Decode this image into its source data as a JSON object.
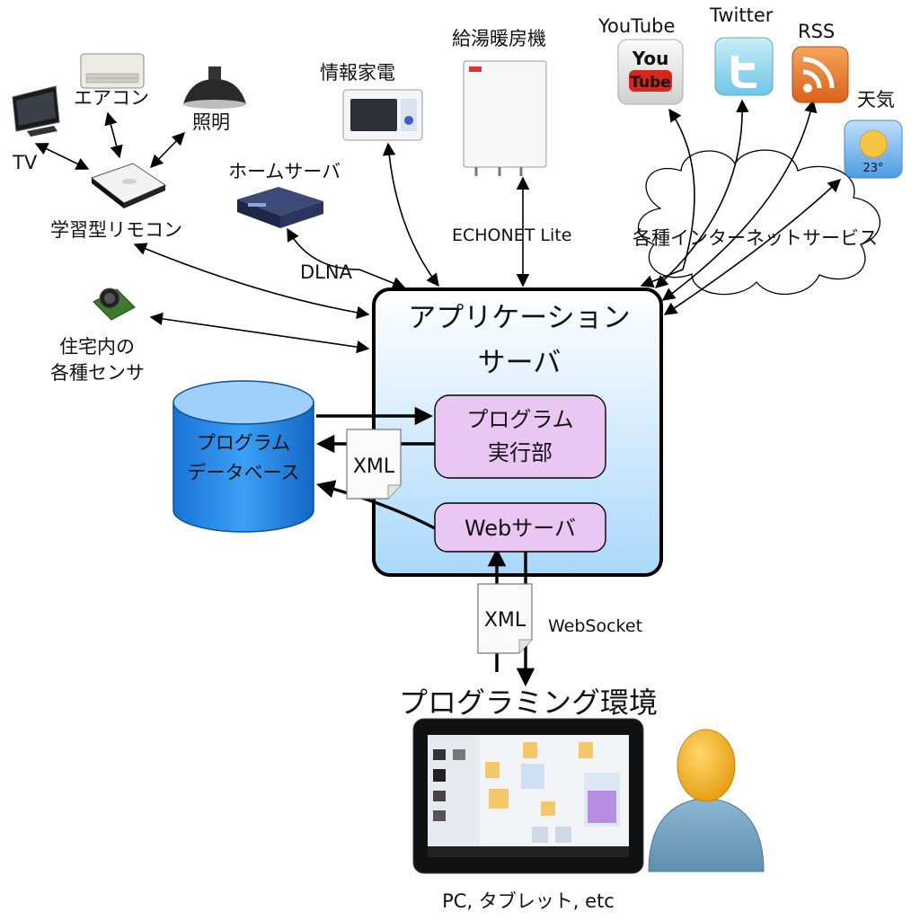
{
  "devices": {
    "tv": "TV",
    "aircon": "エアコン",
    "lighting": "照明",
    "remote": "学習型リモコン",
    "home_server": "ホームサーバ",
    "info_appliance": "情報家電",
    "water_heater": "給湯暖房機",
    "sensors_line1": "住宅内の",
    "sensors_line2": "各種センサ"
  },
  "protocols": {
    "dlna": "DLNA",
    "echonet": "ECHONET Lite",
    "websocket": "WebSocket"
  },
  "internet": {
    "youtube": "YouTube",
    "youtube_icon_top": "You",
    "youtube_icon_bottom": "Tube",
    "twitter": "Twitter",
    "rss": "RSS",
    "weather": "天気",
    "weather_temp": "23°",
    "services": "各種インターネットサービス"
  },
  "app_server": {
    "title_line1": "アプリケーション",
    "title_line2": "サーバ",
    "program_exec_line1": "プログラム",
    "program_exec_line2": "実行部",
    "web_server": "Webサーバ"
  },
  "database": {
    "line1": "プログラム",
    "line2": "データベース"
  },
  "xml_doc": "XML",
  "programming": {
    "title": "プログラミング環境",
    "caption": "PC, タブレット, etc"
  },
  "colors": {
    "server_gradient_top": "#ffffff",
    "server_gradient_bottom": "#a9d8fb",
    "module_fill": "#e9c7f2",
    "database_fill": "#1e86e8"
  }
}
